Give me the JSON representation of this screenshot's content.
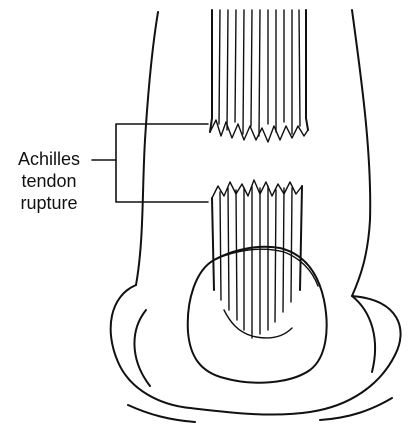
{
  "figure": {
    "label_lines": [
      "Achilles",
      "tendon",
      "rupture"
    ],
    "colors": {
      "line": "#111111",
      "background": "#ffffff"
    }
  }
}
